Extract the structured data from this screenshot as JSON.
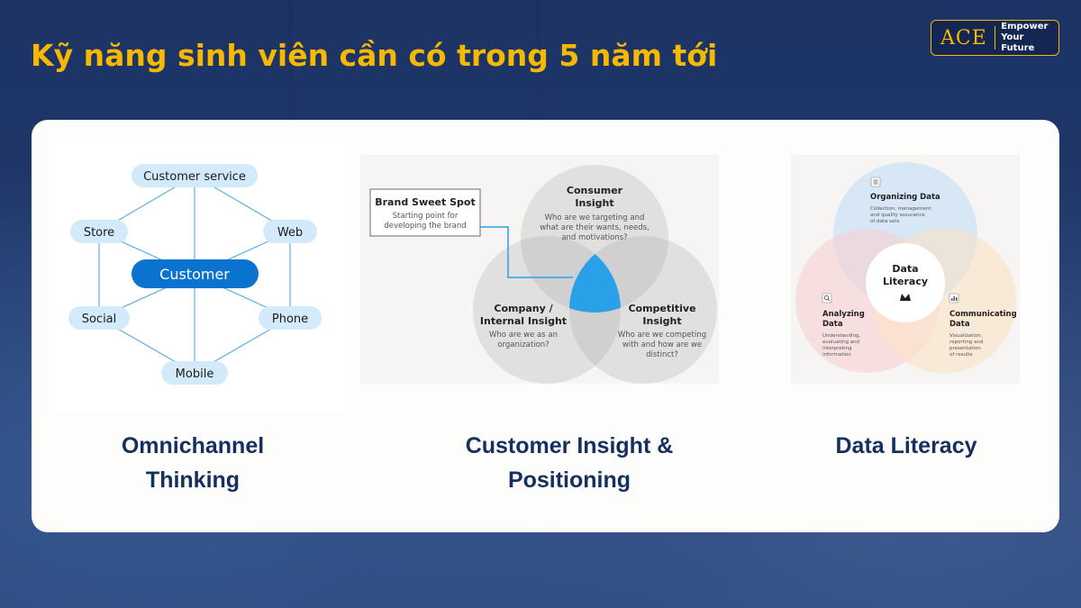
{
  "title": "Kỹ năng sinh viên cần có trong 5 năm tới",
  "logo": {
    "main": "ACE",
    "tagline_1": "Empower",
    "tagline_2": "Your Future"
  },
  "omnichannel": {
    "center": "Customer",
    "nodes": [
      "Customer service",
      "Web",
      "Phone",
      "Mobile",
      "Social",
      "Store"
    ],
    "caption_1": "Omnichannel",
    "caption_2": "Thinking"
  },
  "insight": {
    "sweet_spot_title": "Brand Sweet Spot",
    "sweet_spot_desc_1": "Starting point for",
    "sweet_spot_desc_2": "developing the brand",
    "consumer_title_1": "Consumer",
    "consumer_title_2": "Insight",
    "consumer_desc": [
      "Who are we targeting and",
      "what are their wants, needs,",
      "and motivations?"
    ],
    "company_title_1": "Company /",
    "company_title_2": "Internal Insight",
    "company_desc": [
      "Who are we as an",
      "organization?"
    ],
    "competitive_title_1": "Competitive",
    "competitive_title_2": "Insight",
    "competitive_desc": [
      "Who are we competing",
      "with and how are we",
      "distinct?"
    ],
    "caption_1": "Customer Insight &",
    "caption_2": "Positioning"
  },
  "literacy": {
    "center_1": "Data",
    "center_2": "Literacy",
    "organizing_title": "Organizing Data",
    "organizing_desc": [
      "Collection, management",
      "and quality assurance",
      "of data sets"
    ],
    "analyzing_title_1": "Analyzing",
    "analyzing_title_2": "Data",
    "analyzing_desc": [
      "Understanding,",
      "evaluating and",
      "interpreting",
      "information"
    ],
    "communicating_title_1": "Communicating",
    "communicating_title_2": "Data",
    "communicating_desc": [
      "Visualization,",
      "reporting and",
      "presentation",
      "of results"
    ],
    "caption": "Data Literacy"
  },
  "colors": {
    "accent": "#f6b800",
    "heading_text": "#15305f",
    "node_fill": "#d3eafa",
    "center_fill": "#0a72cf",
    "sweet_spot": "#2aa0e8",
    "org_circle": "#cfe4f6",
    "ana_circle": "#f8d1d3",
    "com_circle": "#fbe3c6"
  }
}
